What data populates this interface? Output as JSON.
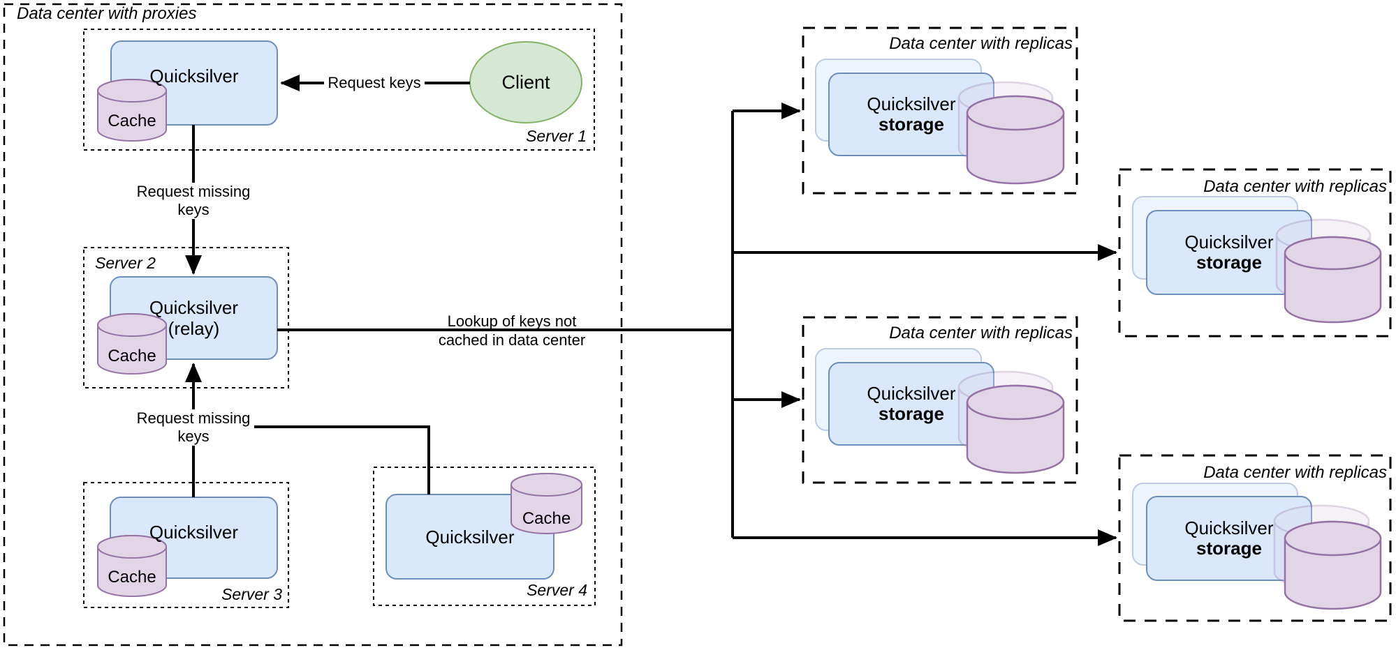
{
  "colors": {
    "node_fill": "#dae8fc",
    "node_stroke": "#6c8ebf",
    "cache_fill": "#e1d5e7",
    "cache_stroke": "#9673a6",
    "client_fill": "#d5e8d4",
    "client_stroke": "#82b366",
    "edge": "#000000"
  },
  "proxies_dc": {
    "title": "Data center with proxies",
    "server1": {
      "label": "Server 1",
      "node": "Quicksilver",
      "cache": "Cache",
      "client": "Client"
    },
    "server2": {
      "label": "Server 2",
      "node_line1": "Quicksilver",
      "node_line2": "(relay)",
      "cache": "Cache"
    },
    "server3": {
      "label": "Server 3",
      "node": "Quicksilver",
      "cache": "Cache"
    },
    "server4": {
      "label": "Server 4",
      "node": "Quicksilver",
      "cache": "Cache"
    }
  },
  "edge_labels": {
    "request_keys": "Request keys",
    "request_missing_1": {
      "line1": "Request missing",
      "line2": "keys"
    },
    "request_missing_2": {
      "line1": "Request missing",
      "line2": "keys"
    },
    "lookup": {
      "line1": "Lookup of keys not",
      "line2": "cached in data center"
    }
  },
  "replica_dcs": [
    {
      "title": "Data center with replicas",
      "node_line1": "Quicksilver",
      "node_line2": "storage"
    },
    {
      "title": "Data center with replicas",
      "node_line1": "Quicksilver",
      "node_line2": "storage"
    },
    {
      "title": "Data center with replicas",
      "node_line1": "Quicksilver",
      "node_line2": "storage"
    },
    {
      "title": "Data center with replicas",
      "node_line1": "Quicksilver",
      "node_line2": "storage"
    }
  ]
}
